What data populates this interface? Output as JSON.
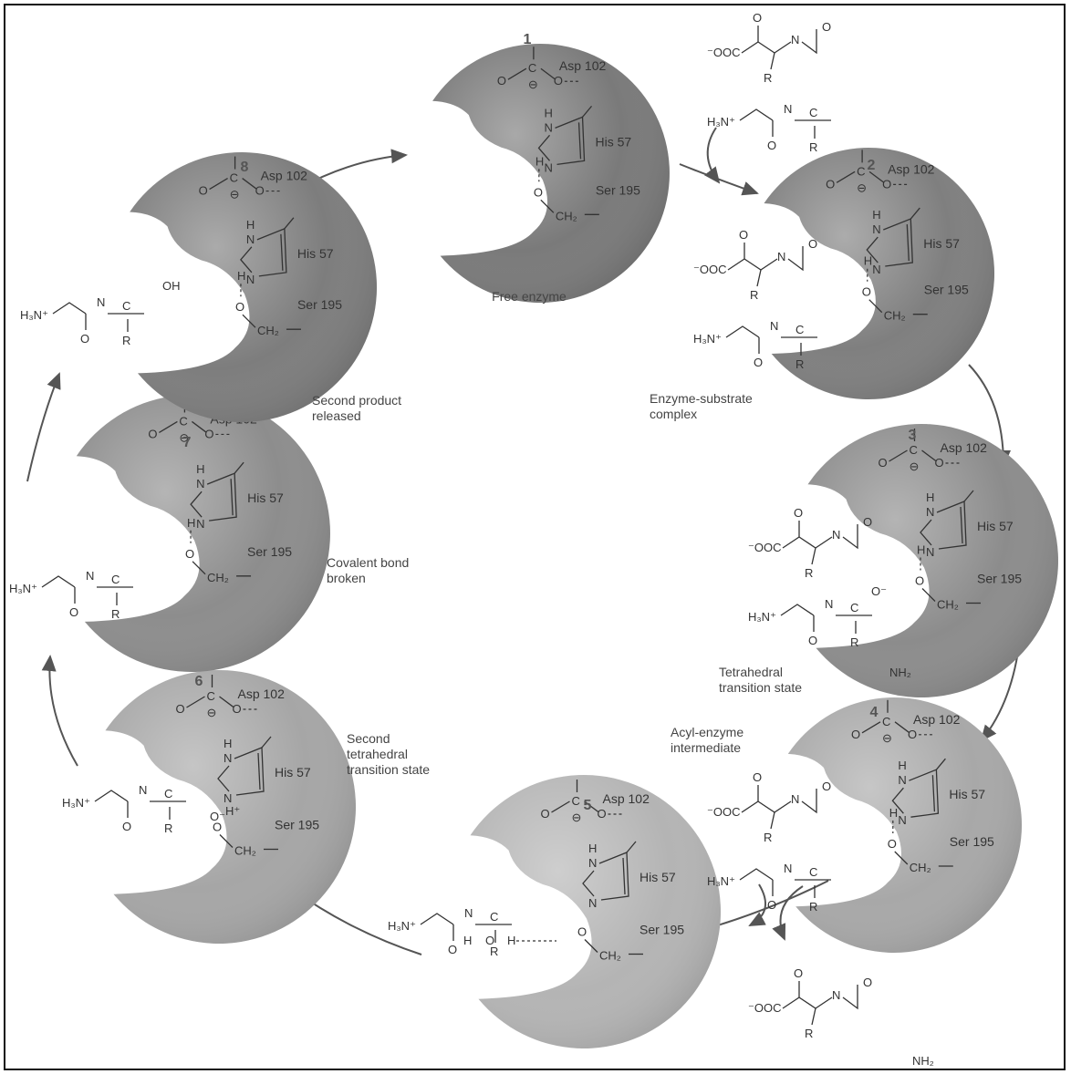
{
  "states": [
    {
      "number": "1",
      "caption": [
        "Free enzyme"
      ],
      "shade": "#7a7a7a"
    },
    {
      "number": "2",
      "caption": [
        "Enzyme-substrate",
        "complex"
      ],
      "shade": "#7f7f7f"
    },
    {
      "number": "3",
      "caption": [
        "Tetrahedral",
        "transition state"
      ],
      "shade": "#8c8c8c"
    },
    {
      "number": "4",
      "caption": [
        "Acyl-enzyme",
        "intermediate"
      ],
      "shade": "#a8a8a8"
    },
    {
      "number": "5",
      "caption": [],
      "shade": "#b4b4b4"
    },
    {
      "number": "6",
      "caption": [
        "Second",
        "tetrahedral",
        "transition state"
      ],
      "shade": "#a6a6a6"
    },
    {
      "number": "7",
      "caption": [
        "Covalent bond",
        "broken"
      ],
      "shade": "#8d8d8d"
    },
    {
      "number": "8",
      "caption": [
        "Second product",
        "released"
      ],
      "shade": "#7d7d7d"
    }
  ],
  "residues": {
    "asp": "Asp 102",
    "his": "His 57",
    "ser": "Ser 195"
  },
  "chem": {
    "coo_minus": "⁻OOC",
    "h3n_plus": "H₃N⁺",
    "o": "O",
    "n": "N",
    "c": "C",
    "r": "R",
    "h": "H",
    "oh": "OH",
    "nh2": "NH₂",
    "ch2": "CH₂",
    "minus": "⊖",
    "o_minus": "O⁻",
    "nh_plus": "H⁺"
  }
}
